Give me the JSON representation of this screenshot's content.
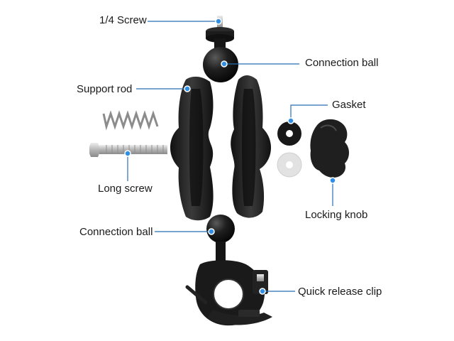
{
  "labels": {
    "screw_quarter": "1/4 Screw",
    "connection_ball_top": "Connection ball",
    "support_rod": "Support rod",
    "gasket": "Gasket",
    "long_screw": "Long screw",
    "locking_knob": "Locking knob",
    "connection_ball_bottom": "Connection ball",
    "quick_release_clip": "Quick release clip"
  },
  "colors": {
    "leader_line": "#2a6db5",
    "marker_dot": "#2f8fe6",
    "part_black": "#1c1c1c",
    "part_highlight": "#4a4a4a",
    "metal": "#c9c9c9",
    "gasket_white": "#e6e6e6"
  }
}
